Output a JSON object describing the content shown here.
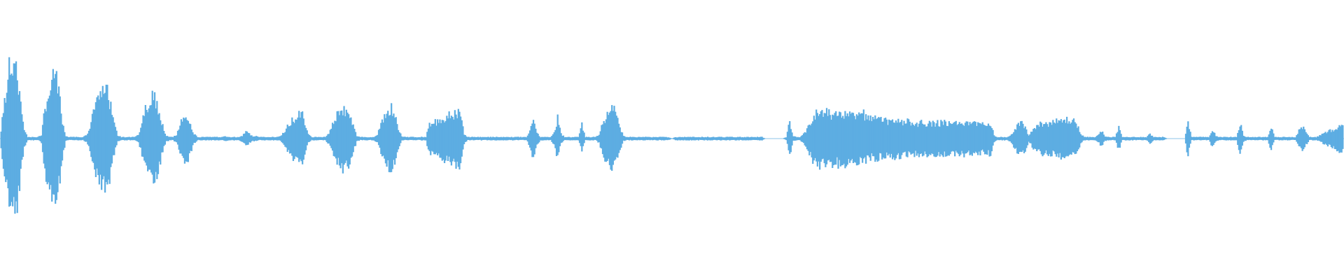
{
  "waveform": {
    "color": "#5dade2",
    "envelope": [
      0.0,
      0.35,
      0.68,
      0.98,
      0.92,
      0.8,
      0.45,
      0.12,
      0.02,
      0.02,
      0.02,
      0.02,
      0.05,
      0.38,
      0.62,
      0.75,
      0.78,
      0.6,
      0.24,
      0.03,
      0.02,
      0.02,
      0.02,
      0.02,
      0.02,
      0.05,
      0.14,
      0.35,
      0.46,
      0.52,
      0.62,
      0.58,
      0.44,
      0.18,
      0.04,
      0.02,
      0.02,
      0.02,
      0.02,
      0.02,
      0.05,
      0.2,
      0.38,
      0.45,
      0.52,
      0.48,
      0.36,
      0.16,
      0.04,
      0.02,
      0.02,
      0.05,
      0.18,
      0.26,
      0.28,
      0.2,
      0.06,
      0.02,
      0.02,
      0.02,
      0.02,
      0.02,
      0.02,
      0.02,
      0.02,
      0.03,
      0.02,
      0.02,
      0.02,
      0.02,
      0.04,
      0.1,
      0.06,
      0.03,
      0.03,
      0.02,
      0.02,
      0.02,
      0.02,
      0.02,
      0.02,
      0.03,
      0.08,
      0.16,
      0.22,
      0.26,
      0.3,
      0.34,
      0.2,
      0.05,
      0.02,
      0.02,
      0.02,
      0.02,
      0.02,
      0.08,
      0.18,
      0.28,
      0.34,
      0.38,
      0.36,
      0.3,
      0.16,
      0.04,
      0.02,
      0.02,
      0.02,
      0.02,
      0.02,
      0.05,
      0.18,
      0.3,
      0.36,
      0.38,
      0.3,
      0.12,
      0.03,
      0.02,
      0.02,
      0.02,
      0.02,
      0.02,
      0.02,
      0.02,
      0.2,
      0.2,
      0.22,
      0.24,
      0.26,
      0.28,
      0.3,
      0.32,
      0.34,
      0.36,
      0.06,
      0.02,
      0.02,
      0.02,
      0.02,
      0.02,
      0.02,
      0.02,
      0.02,
      0.02,
      0.02,
      0.02,
      0.02,
      0.02,
      0.02,
      0.02,
      0.02,
      0.02,
      0.02,
      0.1,
      0.26,
      0.08,
      0.02,
      0.02,
      0.02,
      0.02,
      0.08,
      0.26,
      0.06,
      0.02,
      0.02,
      0.02,
      0.02,
      0.02,
      0.18,
      0.02,
      0.02,
      0.02,
      0.02,
      0.06,
      0.2,
      0.28,
      0.34,
      0.38,
      0.3,
      0.14,
      0.03,
      0.02,
      0.02,
      0.02,
      0.02,
      0.02,
      0.02,
      0.02,
      0.02,
      0.02,
      0.02,
      0.02,
      0.02,
      0.02,
      0.0,
      0.02,
      0.02,
      0.02,
      0.02,
      0.02,
      0.02,
      0.02,
      0.02,
      0.02,
      0.02,
      0.02,
      0.02,
      0.02,
      0.02,
      0.02,
      0.02,
      0.02,
      0.02,
      0.02,
      0.02,
      0.02,
      0.02,
      0.02,
      0.02,
      0.02,
      0.02,
      0.0,
      0.0,
      0.0,
      0.0,
      0.0,
      0.0,
      0.02,
      0.22,
      0.03,
      0.02,
      0.02,
      0.06,
      0.12,
      0.22,
      0.3,
      0.32,
      0.34,
      0.32,
      0.34,
      0.32,
      0.3,
      0.32,
      0.3,
      0.32,
      0.3,
      0.28,
      0.3,
      0.28,
      0.34,
      0.28,
      0.26,
      0.24,
      0.26,
      0.24,
      0.24,
      0.22,
      0.22,
      0.24,
      0.22,
      0.22,
      0.2,
      0.22,
      0.2,
      0.2,
      0.2,
      0.2,
      0.2,
      0.2,
      0.2,
      0.2,
      0.2,
      0.2,
      0.2,
      0.2,
      0.2,
      0.2,
      0.2,
      0.2,
      0.2,
      0.2,
      0.18,
      0.2,
      0.18,
      0.18,
      0.18,
      0.2,
      0.04,
      0.02,
      0.02,
      0.02,
      0.02,
      0.05,
      0.12,
      0.18,
      0.2,
      0.14,
      0.04,
      0.1,
      0.16,
      0.18,
      0.2,
      0.2,
      0.2,
      0.2,
      0.22,
      0.22,
      0.24,
      0.24,
      0.24,
      0.22,
      0.18,
      0.06,
      0.02,
      0.02,
      0.02,
      0.02,
      0.04,
      0.1,
      0.03,
      0.02,
      0.02,
      0.02,
      0.14,
      0.02,
      0.02,
      0.02,
      0.02,
      0.02,
      0.02,
      0.02,
      0.02,
      0.06,
      0.02,
      0.02,
      0.02,
      0.02,
      0.0,
      0.0,
      0.0,
      0.0,
      0.0,
      0.0,
      0.22,
      0.02,
      0.02,
      0.02,
      0.02,
      0.02,
      0.02,
      0.12,
      0.04,
      0.02,
      0.02,
      0.02,
      0.02,
      0.02,
      0.02,
      0.2,
      0.04,
      0.02,
      0.02,
      0.02,
      0.02,
      0.02,
      0.02,
      0.02,
      0.14,
      0.02,
      0.02,
      0.02,
      0.02,
      0.02,
      0.02,
      0.02,
      0.1,
      0.16,
      0.08,
      0.02,
      0.02,
      0.02,
      0.04,
      0.06,
      0.08,
      0.1,
      0.12,
      0.14,
      0.16
    ]
  }
}
